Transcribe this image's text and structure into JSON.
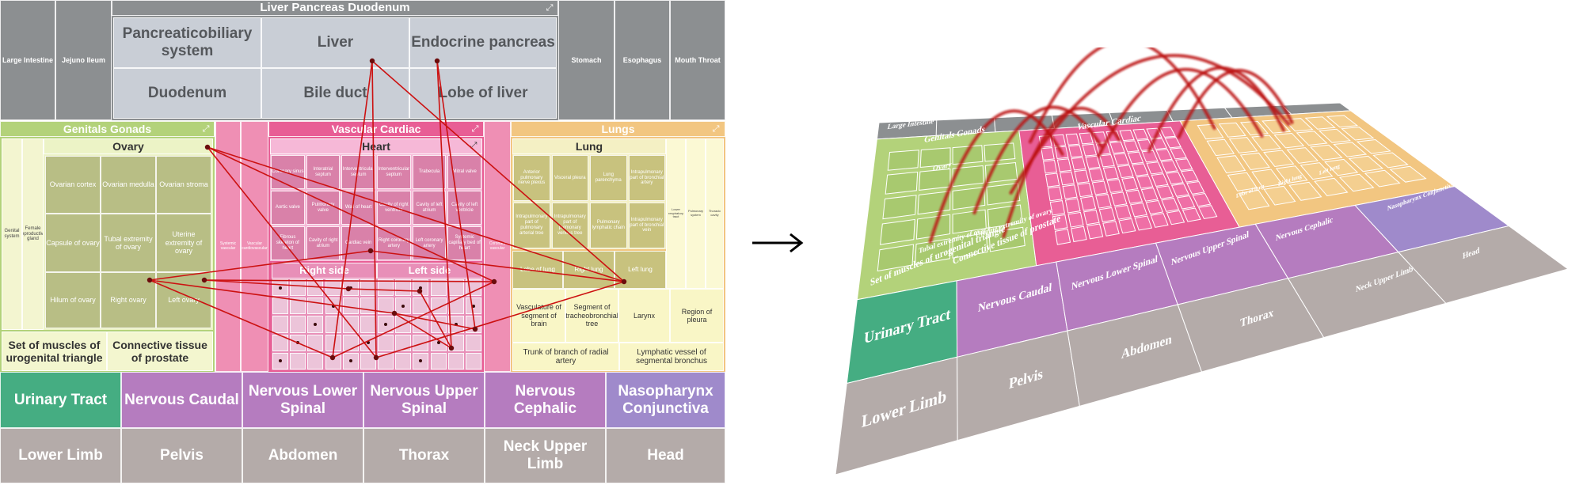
{
  "top_row": {
    "large_intestine": "Large Intestine",
    "jejuno_ileum": "Jejuno Ileum",
    "stomach": "Stomach",
    "esophagus": "Esophagus",
    "mouth_throat": "Mouth Throat"
  },
  "liver_pancreas_duodenum": {
    "title": "Liver Pancreas Duodenum",
    "cells": [
      "Pancreaticobiliary system",
      "Liver",
      "Endocrine pancreas",
      "Duodenum",
      "Bile duct",
      "Lobe of liver"
    ]
  },
  "genitals_gonads": {
    "title": "Genitals Gonads",
    "side_labels": [
      "Genital system",
      "Female reproductive gland"
    ],
    "ovary": {
      "title": "Ovary",
      "cells": [
        "Ovarian cortex",
        "Ovarian medulla",
        "Ovarian stroma",
        "Capsule of ovary",
        "Tubal extremity of ovary",
        "Uterine extremity of ovary",
        "Hilum of ovary",
        "Right ovary",
        "Left ovary"
      ]
    },
    "bottom": [
      "Set of muscles of urogenital triangle",
      "Connective tissue of prostate"
    ]
  },
  "vascular_cardiac": {
    "title": "Vascular Cardiac",
    "strip_labels": [
      "Systemic vascular",
      "Vascular cardiovascular",
      "Coronary vascular"
    ],
    "heart": {
      "title": "Heart",
      "cells": [
        "Coronary sinus",
        "Interatrial septum",
        "Interventricular septum",
        "Interventricular septum",
        "Trabecula",
        "Mitral valve",
        "Aortic valve",
        "Pulmonary valve",
        "Wall of heart",
        "Cavity of right ventricle",
        "Cavity of left atrium",
        "Cavity of left ventricle",
        "Fibrous skeleton of heart",
        "Cavity of right atrium",
        "Cardiac vein",
        "Right coronary artery",
        "Left coronary artery",
        "Systemic capillary bed of heart"
      ]
    },
    "right_side": "Right side",
    "left_side": "Left side"
  },
  "lungs": {
    "title": "Lungs",
    "lung": {
      "title": "Lung",
      "cells": [
        "Anterior pulmonary nerve plexus",
        "Visceral pleura",
        "Lung parenchyma",
        "Intrapulmonary part of bronchial artery",
        "Intrapulmonary part of pulmonary arterial tree",
        "Intrapulmonary part of pulmonary venous tree",
        "Pulmonary lymphatic chain",
        "Intrapulmonary part of bronchial vein"
      ]
    },
    "side_labels": [
      "Lower respiratory tract",
      "Pulmonary system",
      "Thoracic cavity"
    ],
    "lobes": [
      "Lobe of lung",
      "Right lung",
      "Left lung"
    ],
    "cells": [
      "Vasculature of segment of brain",
      "Segment of tracheobronchial tree",
      "Larynx",
      "Region of pleura"
    ],
    "bottom": [
      "Trunk of branch of radial artery",
      "Lymphatic vessel of segmental bronchus"
    ]
  },
  "region_row1": [
    "Urinary Tract",
    "Nervous Caudal",
    "Nervous Lower Spinal",
    "Nervous Upper Spinal",
    "Nervous Cephalic",
    "Nasopharynx Conjunctiva"
  ],
  "region_row2": [
    "Lower Limb",
    "Pelvis",
    "Abdomen",
    "Thorax",
    "Neck Upper Limb",
    "Head"
  ],
  "perspective_labels": {
    "large_intestine": "Large Intestine",
    "genitals_gonads": "Genitals Gonads",
    "vascular_cardiac": "Vascular Cardiac",
    "ovary": "Ovary",
    "tubal": "Tubal extremity of ovary",
    "uterine": "Uterine extremity of ovary",
    "set_of_muscles": "Set of muscles of urogenital triangle",
    "connective": "Connective tissue of prostate",
    "urinary_tract": "Urinary Tract",
    "lower_limb": "Lower Limb",
    "nervous_caudal": "Nervous Caudal",
    "pelvis": "Pelvis",
    "nervous_lower_spinal": "Nervous Lower Spinal",
    "abdomen": "Abdomen",
    "nervous_upper_spinal": "Nervous Upper Spinal",
    "thorax": "Thorax",
    "nervous_cephalic": "Nervous Cephalic",
    "neck_upper_limb": "Neck Upper Limb",
    "nasopharynx": "Nasopharynx Conjunctiva",
    "head": "Head",
    "lobe_of_lung": "Lobe of lung",
    "right_lung": "Right lung",
    "left_lung": "Left lung"
  },
  "colors": {
    "grey": "#8c8f91",
    "green": "#b3d27a",
    "pink": "#e85e95",
    "orange": "#f2c681",
    "urinary": "#45ad82",
    "purple": "#b57cbf",
    "lavender": "#9f8acb",
    "taupe": "#b4aba9",
    "arc_red": "#cc1111"
  }
}
